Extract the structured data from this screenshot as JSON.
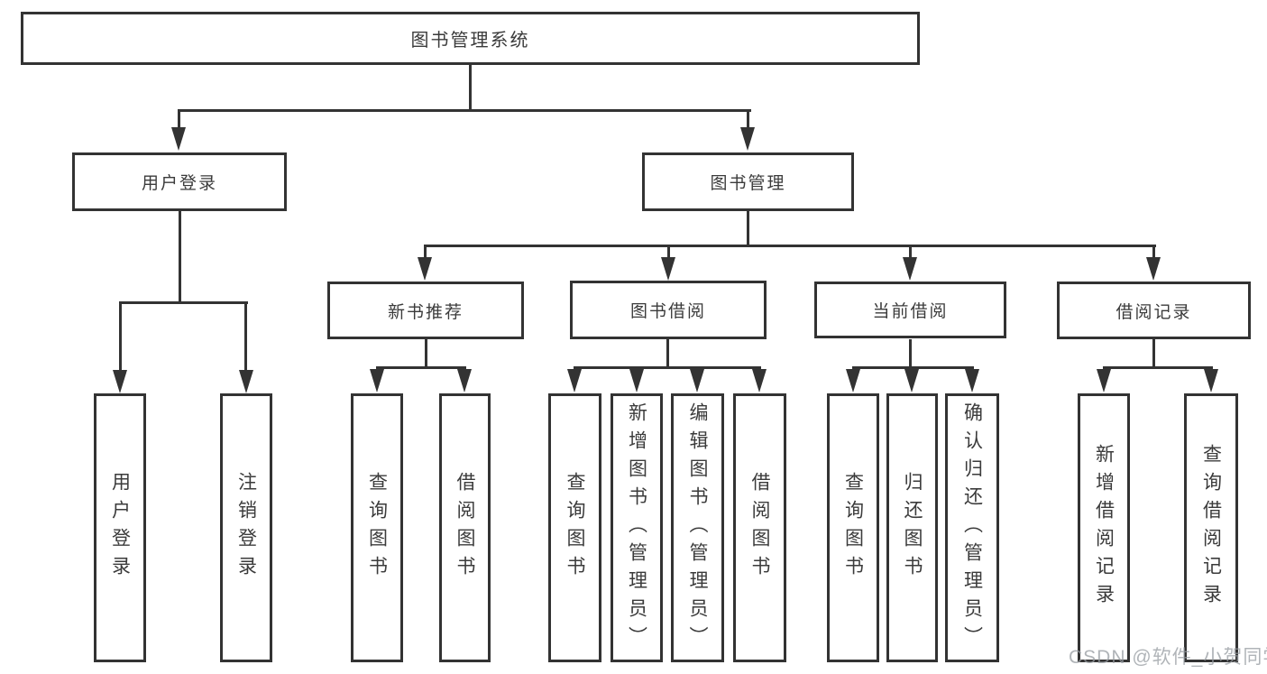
{
  "diagram": {
    "root": {
      "label": "图书管理系统"
    },
    "branches": {
      "user_login": {
        "label": "用户登录"
      },
      "book_management": {
        "label": "图书管理"
      }
    },
    "modules": {
      "new_book_recommend": {
        "label": "新书推荐"
      },
      "book_borrow": {
        "label": "图书借阅"
      },
      "current_borrow": {
        "label": "当前借阅"
      },
      "borrow_record": {
        "label": "借阅记录"
      }
    },
    "functions": {
      "user_login": {
        "label": "用户登录"
      },
      "logout": {
        "label": "注销登录"
      },
      "recommend_query_book": {
        "label": "查询图书"
      },
      "recommend_borrow_book": {
        "label": "借阅图书"
      },
      "borrow_query_book": {
        "label": "查询图书"
      },
      "borrow_add_book": {
        "label": "新增图书（管理员）"
      },
      "borrow_edit_book": {
        "label": "编辑图书（管理员）"
      },
      "borrow_borrow_book": {
        "label": "借阅图书"
      },
      "current_query_book": {
        "label": "查询图书"
      },
      "current_return_book": {
        "label": "归还图书"
      },
      "current_confirm_return": {
        "label": "确认归还（管理员）"
      },
      "record_add": {
        "label": "新增借阅记录"
      },
      "record_query": {
        "label": "查询借阅记录"
      }
    },
    "watermark": "CSDN @软件_小贺同学"
  }
}
